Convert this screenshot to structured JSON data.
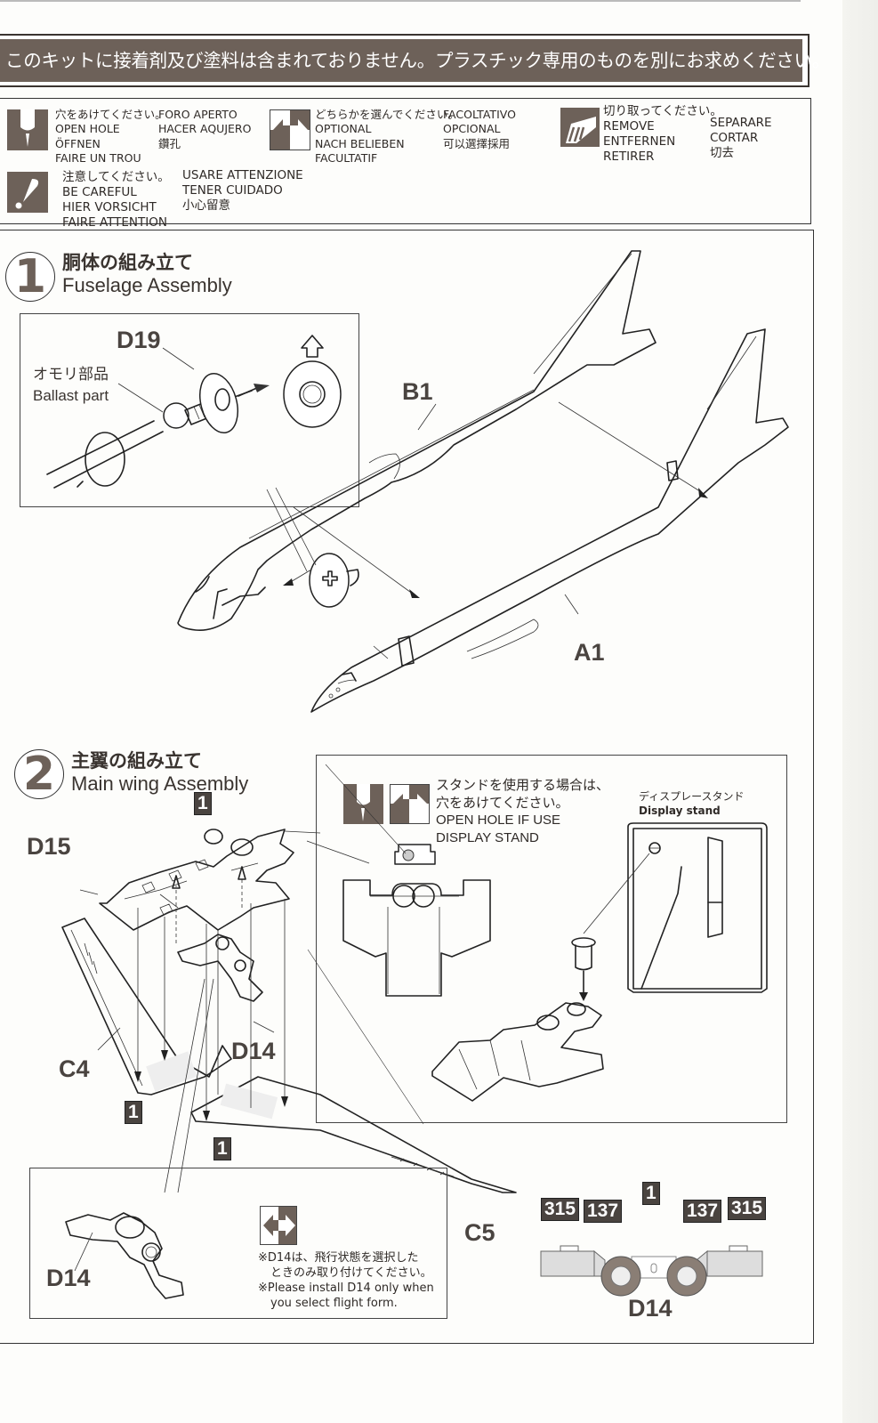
{
  "header": {
    "notice": "このキットに接着剤及び塗料は含まれておりません。プラスチック専用のものを別にお求めください。"
  },
  "legend": {
    "open_hole": {
      "icon": "drill-icon",
      "lines_a": [
        "穴をあけてください。",
        "OPEN HOLE",
        "ÖFFNEN",
        "FAIRE UN TROU"
      ],
      "lines_b": [
        "FORO APERTO",
        "HACER AQUJERO",
        "鑽孔"
      ]
    },
    "optional": {
      "icon": "optional-arrows-icon",
      "lines_a": [
        "どちらかを選んでください。",
        "OPTIONAL",
        "NACH BELIEBEN",
        "FACULTATIF"
      ],
      "lines_b": [
        "FACOLTATIVO",
        "OPCIONAL",
        "可以選擇採用"
      ]
    },
    "remove": {
      "icon": "cut-knife-icon",
      "lines_a": [
        "切り取ってください。",
        "REMOVE",
        "ENTFERNEN",
        "RETIRER"
      ],
      "lines_b": [
        "SEPARARE",
        "CORTAR",
        "切去"
      ]
    },
    "careful": {
      "icon": "caution-icon",
      "lines_a": [
        "注意してください。",
        "BE CAREFUL",
        "HIER VORSICHT",
        "FAIRE ATTENTION"
      ],
      "lines_b": [
        "USARE ATTENZIONE",
        "TENER CUIDADO",
        "小心留意"
      ]
    }
  },
  "step1": {
    "number": "1",
    "title_ja": "胴体の組み立て",
    "title_en": "Fuselage Assembly",
    "parts": {
      "d19": "D19",
      "b1": "B1",
      "a1": "A1"
    },
    "ballast_ja": "オモリ部品",
    "ballast_en": "Ballast part"
  },
  "step2": {
    "number": "2",
    "title_ja": "主翼の組み立て",
    "title_en": "Main wing Assembly",
    "parts": {
      "d15": "D15",
      "c4": "C4",
      "d14": "D14",
      "c5": "C5",
      "d14_detail": "D14",
      "d14_decal": "D14"
    },
    "badge_1": "1",
    "stand_note": [
      "スタンドを使用する場合は、",
      "穴をあけてください。",
      "OPEN HOLE IF USE",
      "DISPLAY STAND"
    ],
    "display_stand_ja": "ディスプレースタンド",
    "display_stand_en": "Display stand",
    "d14_note": [
      "※D14は、飛行状態を選択した",
      "ときのみ取り付けてください。",
      "※Please install D14 only when",
      "you select flight form."
    ],
    "color_badges": [
      "315",
      "137",
      "1",
      "137",
      "315"
    ]
  },
  "colors": {
    "brand_brown": "#6d6159",
    "ink": "#2a2522",
    "badge_dark": "#4a4440",
    "gear_tone": "#8a7e75"
  }
}
